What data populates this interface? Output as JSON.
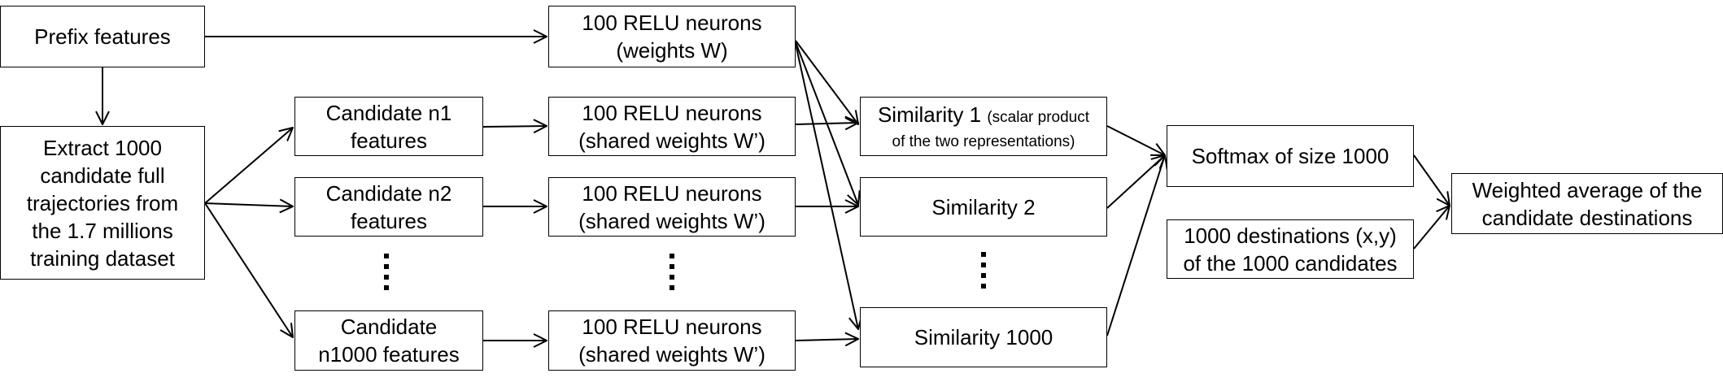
{
  "prefix": {
    "label": "Prefix features"
  },
  "extract": {
    "lines": [
      "Extract 1000",
      "candidate full",
      "trajectories from",
      "the 1.7 millions",
      "training dataset"
    ]
  },
  "relu_prefix": {
    "line1": "100 RELU neurons",
    "line2": "(weights W)"
  },
  "candidates": [
    {
      "line1": "Candidate n1",
      "line2": "features"
    },
    {
      "line1": "Candidate n2",
      "line2": "features"
    },
    {
      "line1": "Candidate",
      "line2": "n1000 features"
    }
  ],
  "relu_shared": {
    "line1": "100 RELU neurons",
    "line2": "(shared weights W’)"
  },
  "similarity1": {
    "main": "Similarity 1",
    "note_a": "(scalar product",
    "note_b": "of the two representations)"
  },
  "similarity2": {
    "label": "Similarity 2"
  },
  "similarity1000": {
    "label": "Similarity 1000"
  },
  "softmax": {
    "label": "Softmax of size 1000"
  },
  "destinations": {
    "line1": "1000 destinations (x,y)",
    "line2": "of the 1000 candidates"
  },
  "weighted": {
    "line1": "Weighted average of the",
    "line2": "candidate destinations"
  }
}
